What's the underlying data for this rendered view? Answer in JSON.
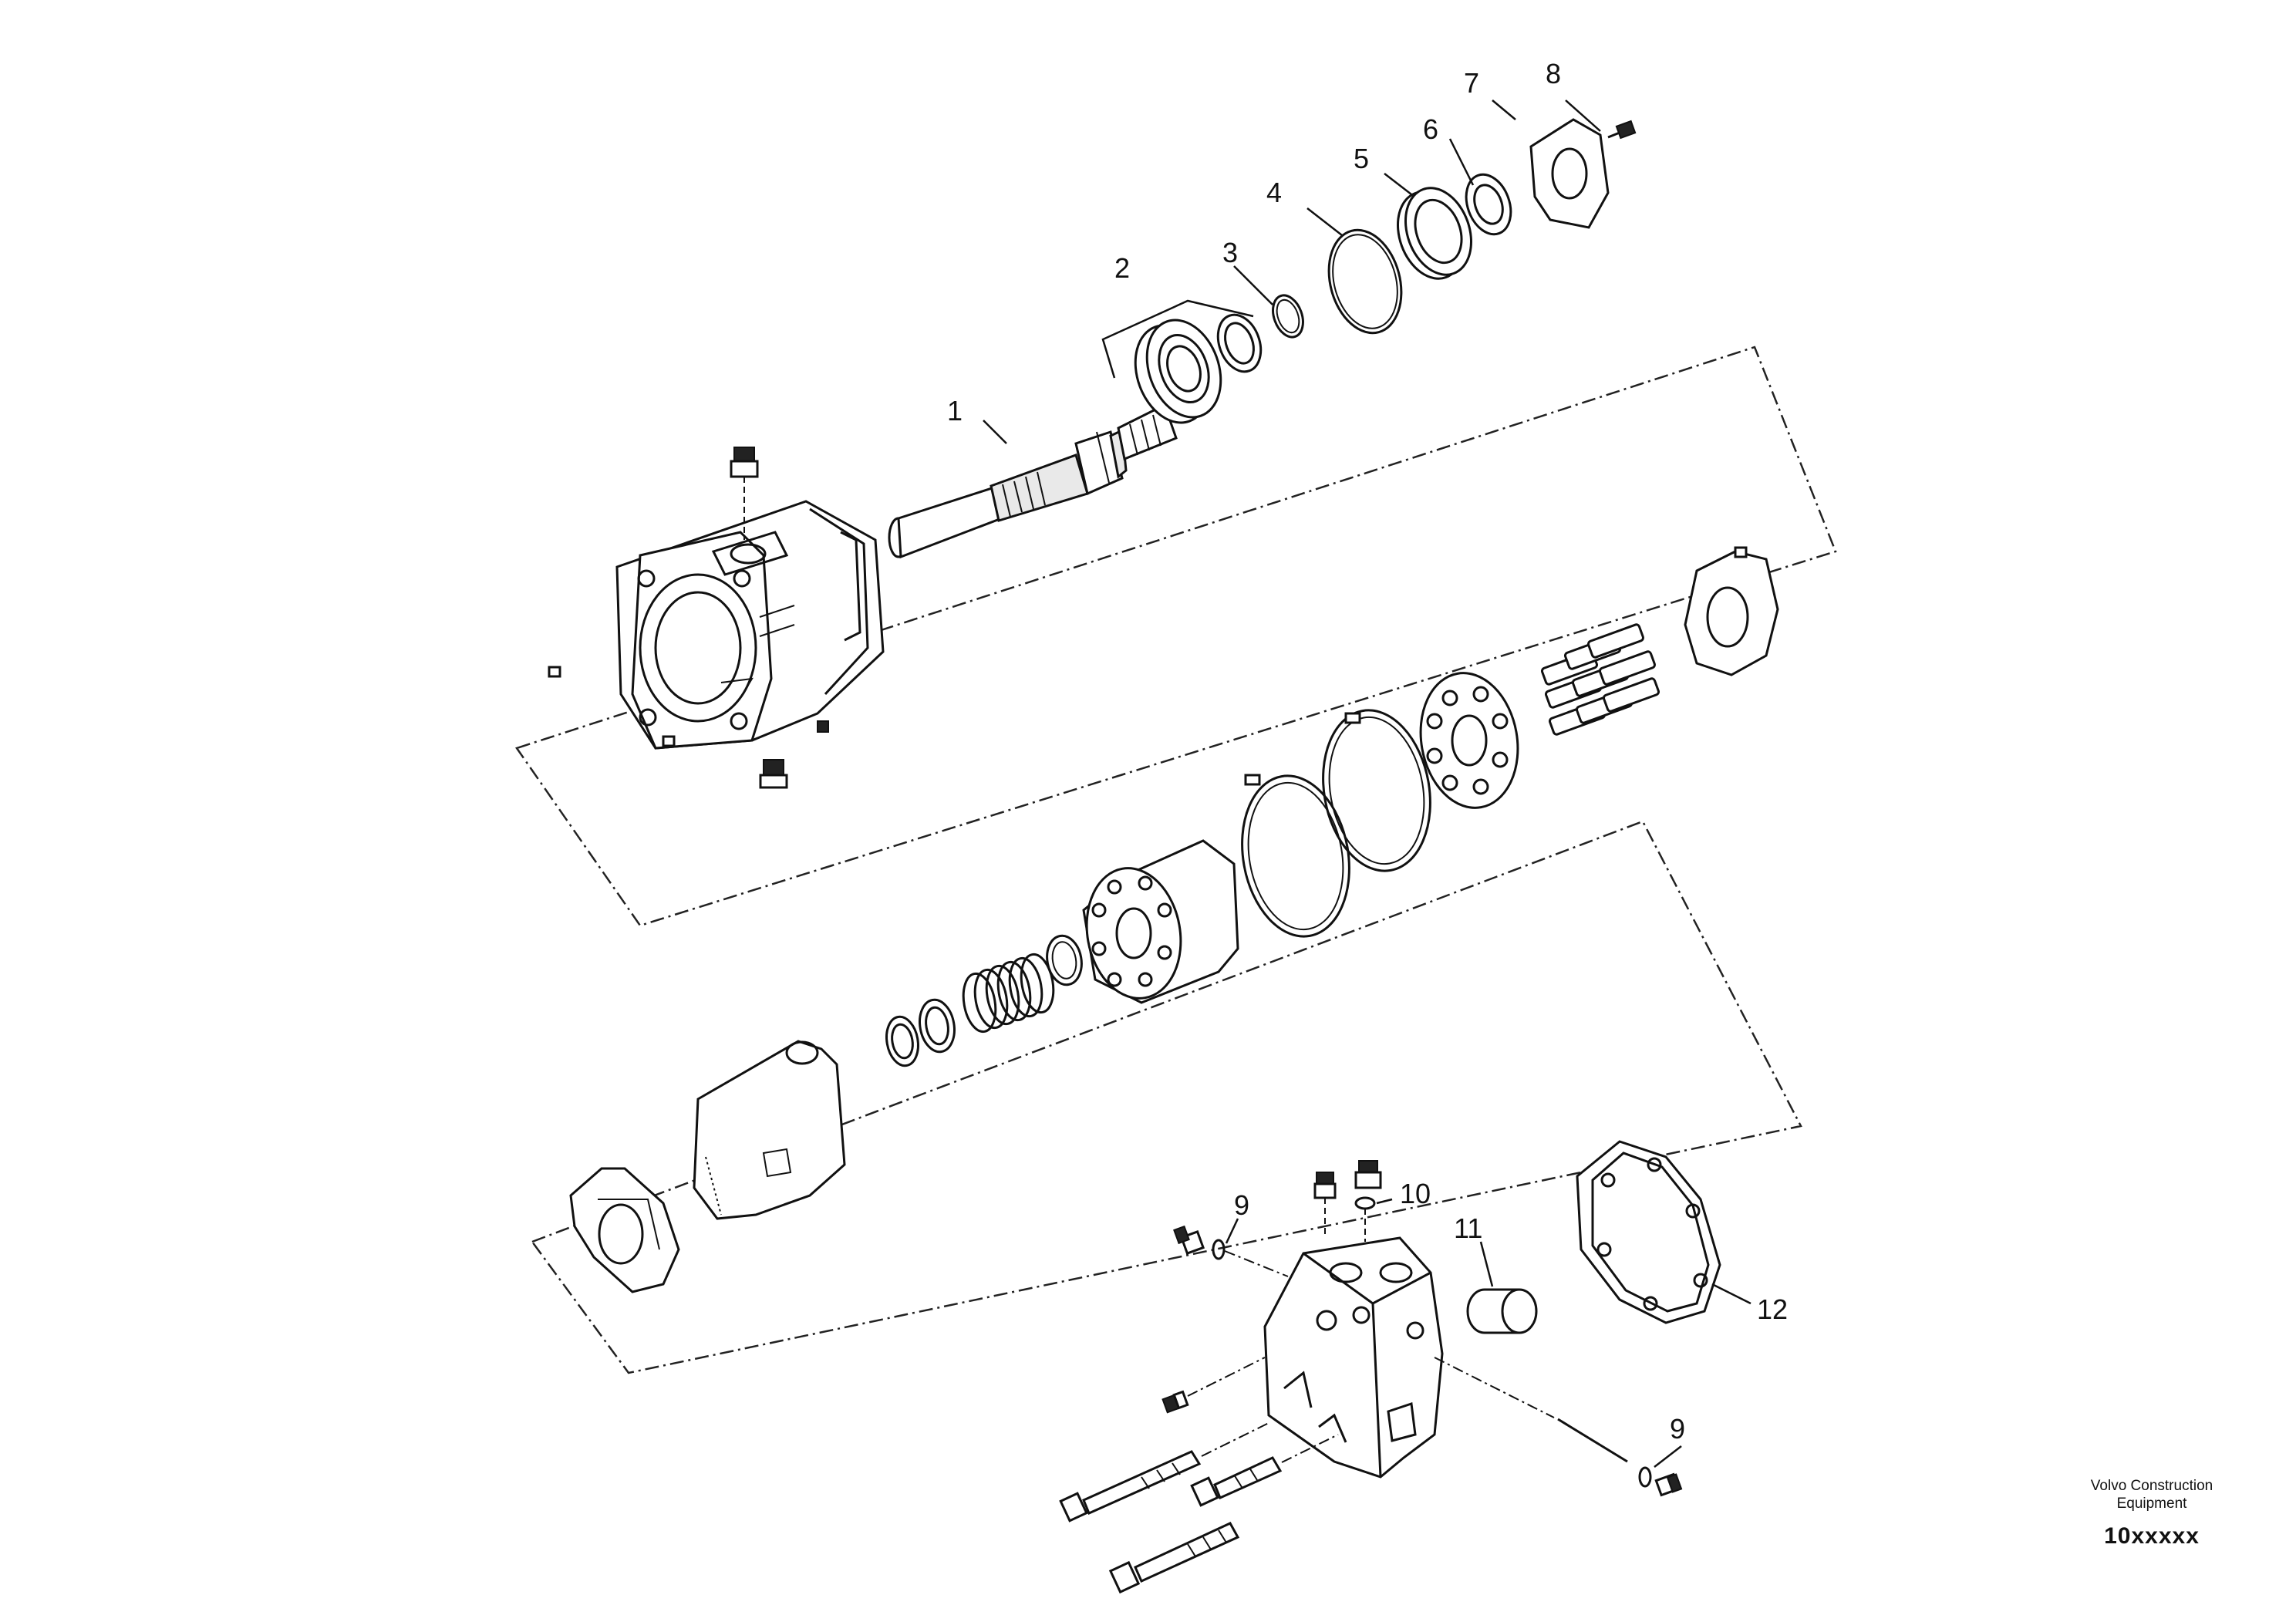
{
  "callouts": [
    {
      "label": "1"
    },
    {
      "label": "2"
    },
    {
      "label": "3"
    },
    {
      "label": "4"
    },
    {
      "label": "5"
    },
    {
      "label": "6"
    },
    {
      "label": "7"
    },
    {
      "label": "8"
    },
    {
      "label": "9"
    },
    {
      "label": "10"
    },
    {
      "label": "11"
    },
    {
      "label": "12"
    },
    {
      "label": "9"
    }
  ],
  "footer": {
    "brand_line1": "Volvo Construction",
    "brand_line2": "Equipment",
    "code": "10xxxxx"
  }
}
